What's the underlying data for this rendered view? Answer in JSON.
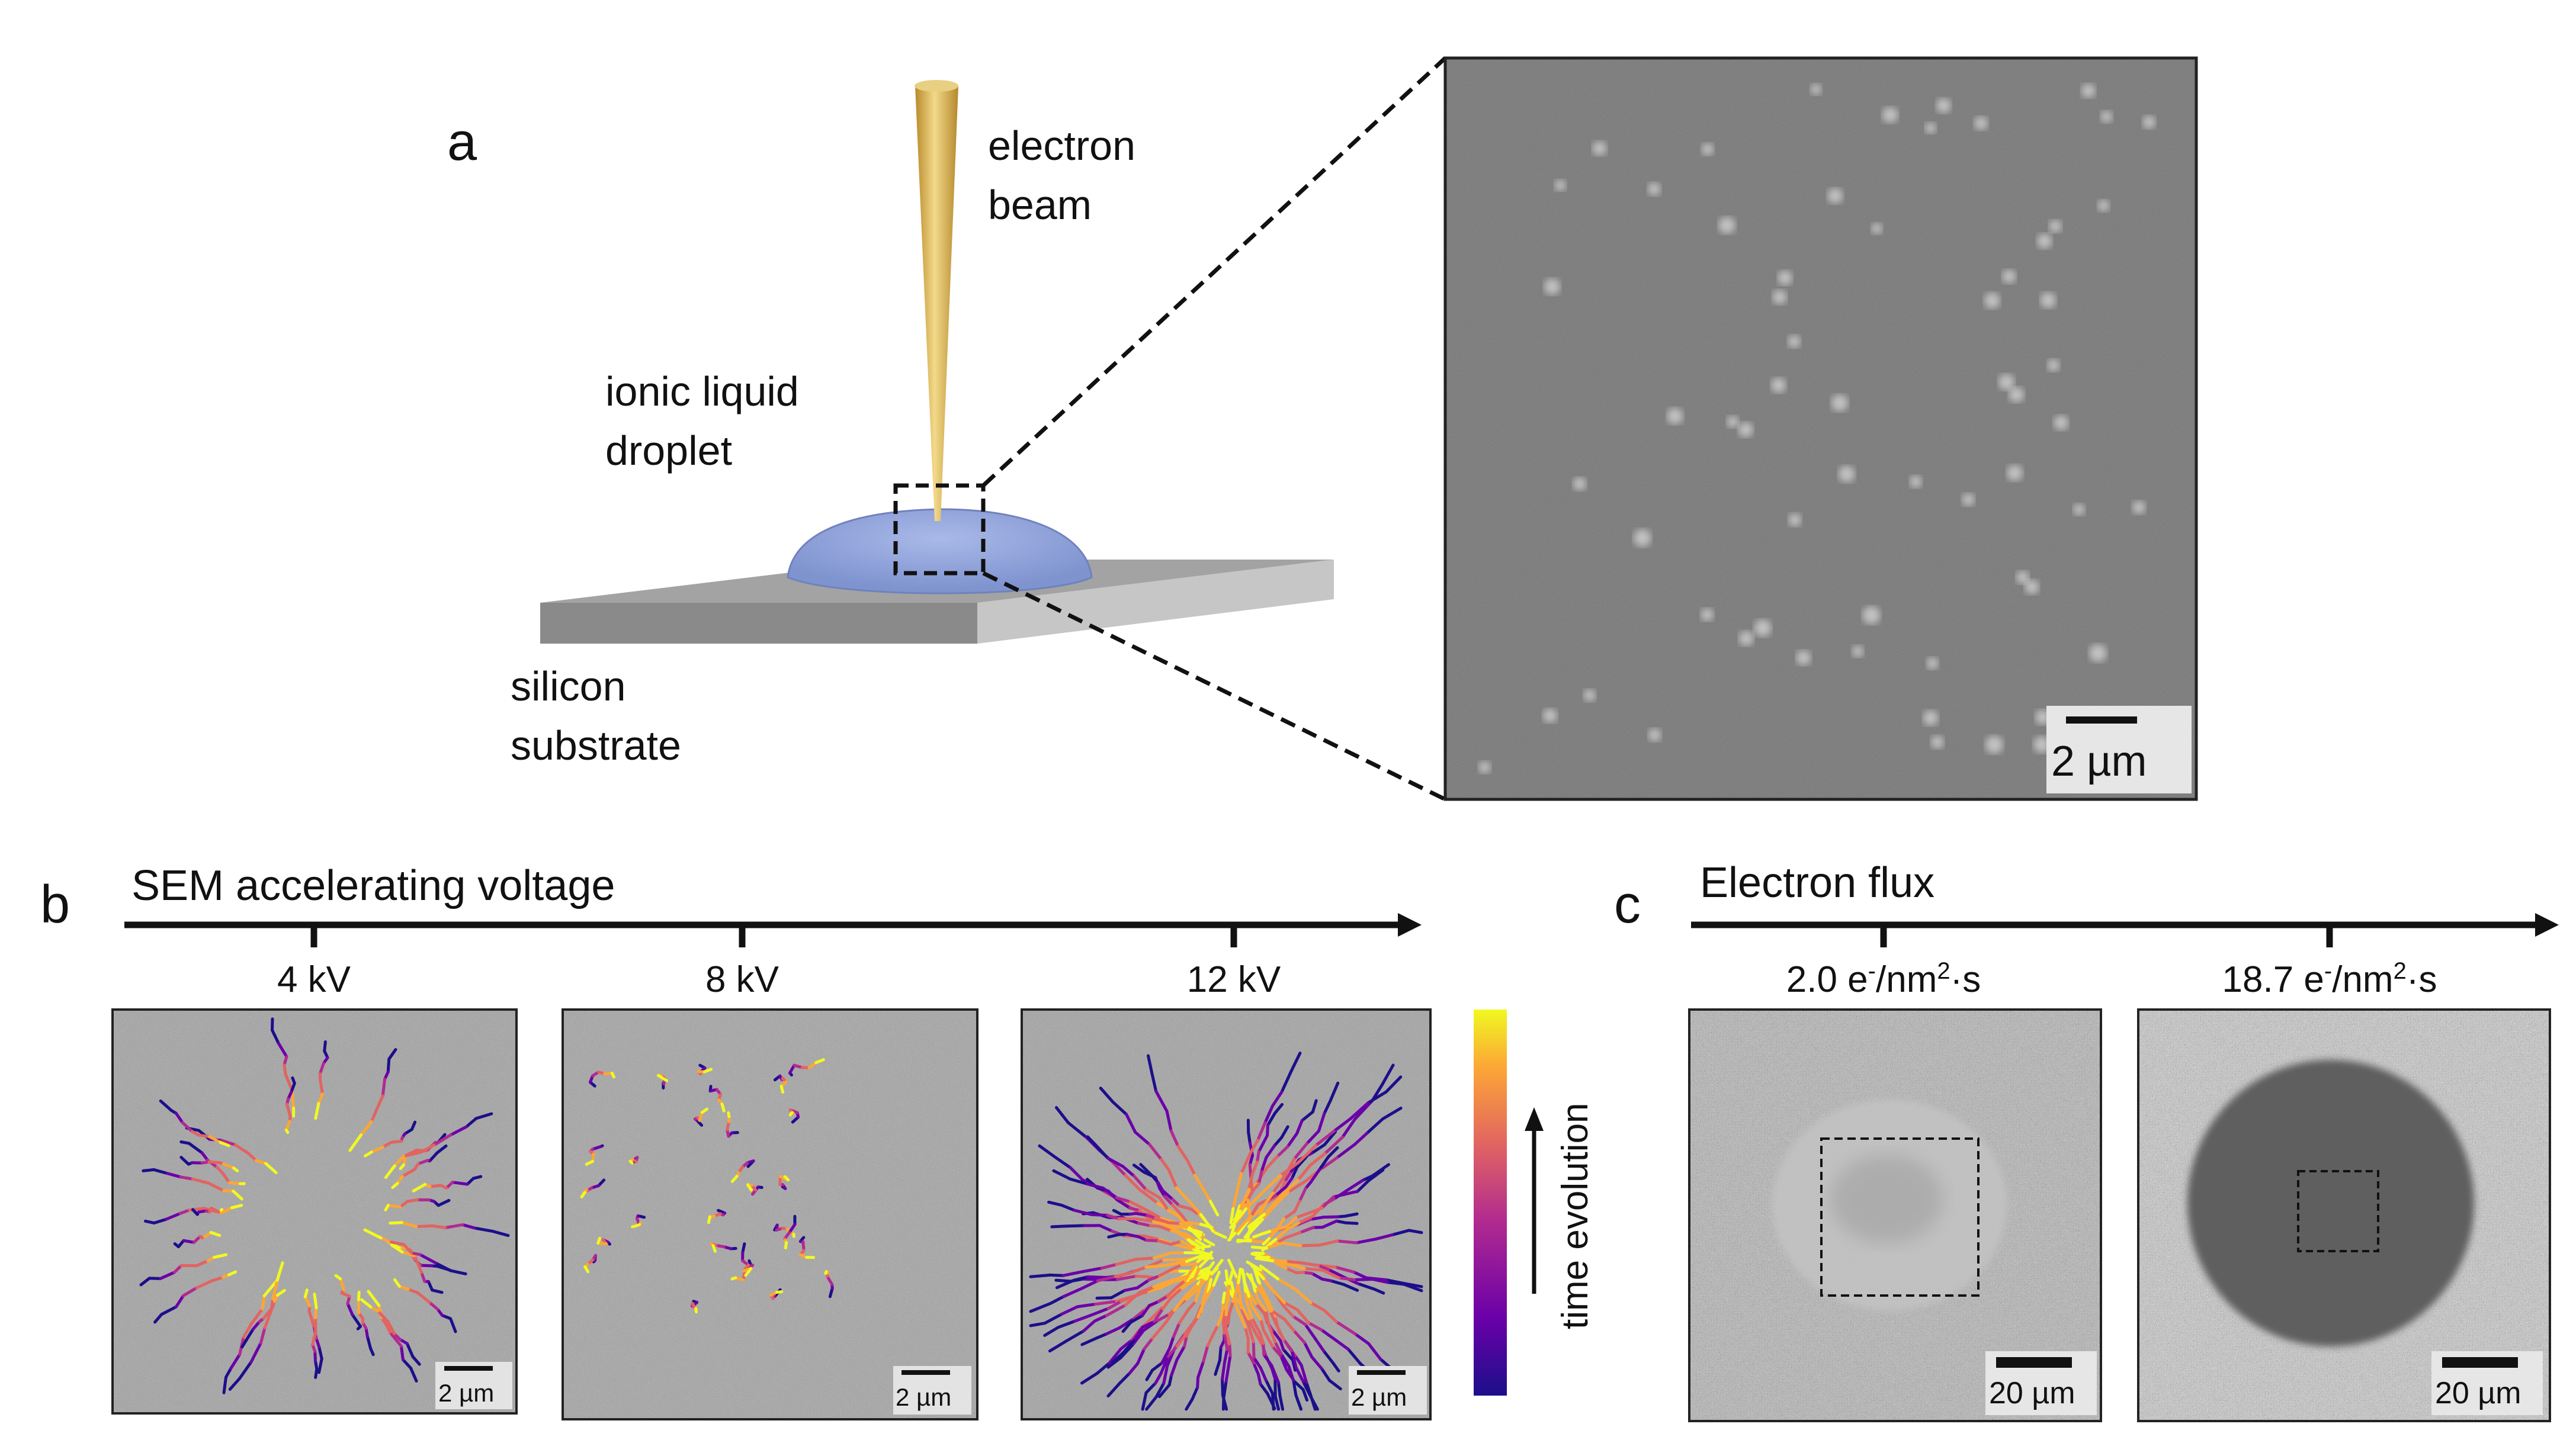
{
  "panel_a": {
    "letter": "a",
    "beam_label": [
      "electron",
      "beam"
    ],
    "droplet_label": [
      "ionic liquid",
      "droplet"
    ],
    "substrate_label": [
      "silicon",
      "substrate"
    ],
    "scale_bar": "2 µm"
  },
  "panel_b": {
    "letter": "b",
    "axis_title": "SEM accelerating voltage",
    "panels": [
      {
        "label": "4 kV",
        "scale_bar": "2 µm"
      },
      {
        "label": "8 kV",
        "scale_bar": "2 µm"
      },
      {
        "label": "12 kV",
        "scale_bar": "2 µm"
      }
    ],
    "colorbar_label": "time evolution",
    "colorbar_colors": [
      "#1c0f8a",
      "#6a00a8",
      "#b12a90",
      "#e16462",
      "#fca636",
      "#f0f921"
    ]
  },
  "panel_c": {
    "letter": "c",
    "axis_title": "Electron flux",
    "panels": [
      {
        "label_prefix": "2.0 e",
        "label_sup1": "-",
        "label_mid": "/nm",
        "label_sup2": "2",
        "label_suffix": "·s",
        "scale_bar": "20 µm"
      },
      {
        "label_prefix": "18.7 e",
        "label_sup1": "-",
        "label_mid": "/nm",
        "label_sup2": "2",
        "label_suffix": "·s",
        "scale_bar": "20 µm"
      }
    ]
  }
}
